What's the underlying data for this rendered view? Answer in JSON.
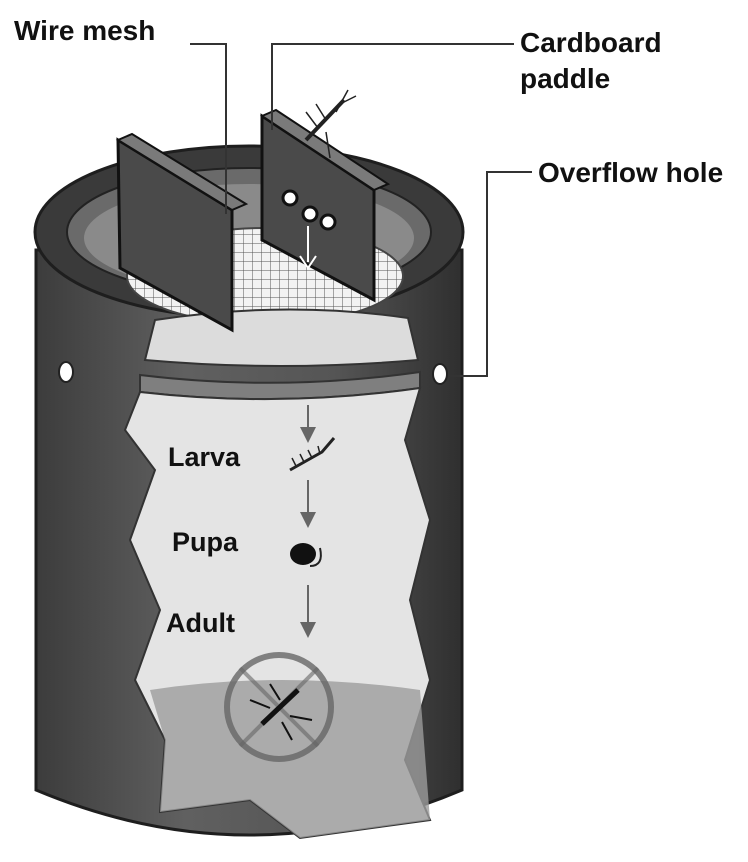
{
  "labels": {
    "wire_mesh": "Wire mesh",
    "cardboard_paddle_line1": "Cardboard",
    "cardboard_paddle_line2": "paddle",
    "overflow_hole": "Overflow hole",
    "larva": "Larva",
    "pupa": "Pupa",
    "adult": "Adult"
  },
  "colors": {
    "can_body": "#555555",
    "can_dark": "#2e2e2e",
    "rim": "#3a3a3a",
    "inner_view": "#c9c9c9",
    "water": "#e2e2e2",
    "water_band": "#7f7f7f",
    "bottom_pool": "#9e9e9e",
    "paddle": "#4a4a4a",
    "mesh": "#f2f2f2",
    "leader": "#333333",
    "arrow": "#666666"
  },
  "icons": [
    "mosquito-icon",
    "egg-icon",
    "larva-icon",
    "pupa-icon",
    "adult-mosquito-icon"
  ]
}
